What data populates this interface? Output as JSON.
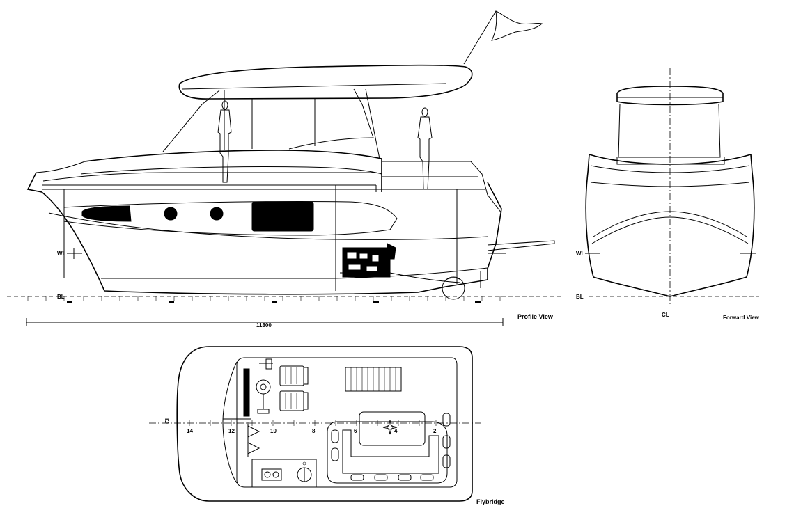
{
  "profile_view": {
    "title": "Profile View",
    "wl_label": "WL",
    "bl_label": "BL",
    "length_dim": "11800",
    "station_ticks": [
      "",
      "",
      "",
      "",
      ""
    ]
  },
  "forward_view": {
    "title": "Forward View",
    "wl_label": "WL",
    "bl_label": "BL",
    "cl_label": "CL"
  },
  "flybridge": {
    "title": "Flybridge",
    "cl_label": "CL",
    "stations": [
      "14",
      "12",
      "10",
      "8",
      "6",
      "4",
      "2"
    ]
  }
}
